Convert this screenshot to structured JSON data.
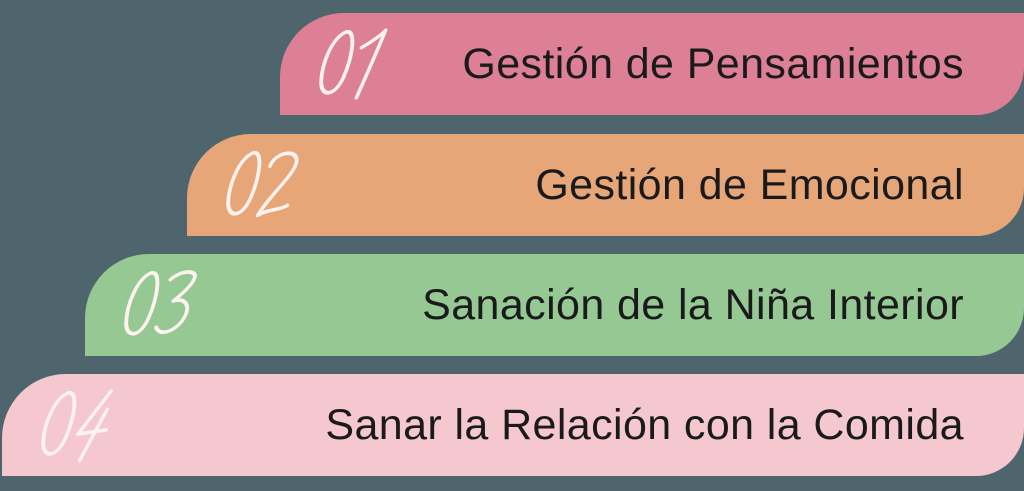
{
  "background_color": "#4e656d",
  "number_font_color": "#fdf2ee",
  "title_font_color": "#1a1a1c",
  "steps": [
    {
      "number": "01",
      "label": "Gestión de Pensamientos",
      "color": "#dd8096"
    },
    {
      "number": "02",
      "label": "Gestión de Emocional",
      "color": "#e7a678"
    },
    {
      "number": "03",
      "label": "Sanación de la Niña Interior",
      "color": "#95c893"
    },
    {
      "number": "04",
      "label": "Sanar la Relación con la Comida",
      "color": "#f4c8ce"
    }
  ]
}
